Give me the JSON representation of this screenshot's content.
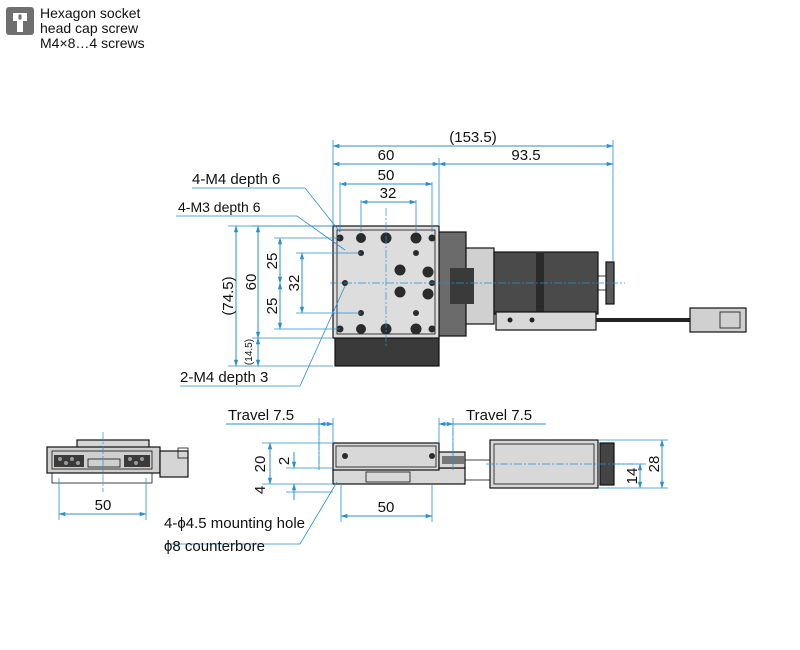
{
  "note": {
    "icon": "hex-socket-screw-icon",
    "lines": [
      "Hexagon socket",
      "head cap screw",
      "M4×8…4 screws"
    ]
  },
  "colors": {
    "dimension": "#2a8fd0",
    "body_dark": "#3a3a3a",
    "body_mid": "#7a7a7a",
    "body_light": "#d9d9d9"
  },
  "top_view": {
    "dim_overall": "(153.5)",
    "dim_60": "60",
    "dim_93_5": "93.5",
    "dim_50": "50",
    "dim_32": "32",
    "dim_74_5": "(74.5)",
    "dim_60_v": "60",
    "dim_25_a": "25",
    "dim_25_b": "25",
    "dim_32_v": "32",
    "dim_14_5": "(14.5)",
    "label_m4_depth6": "4-M4 depth 6",
    "label_m3_depth6": "4-M3 depth 6",
    "label_2m4_depth3": "2-M4 depth 3"
  },
  "side_view": {
    "travel_left": "Travel 7.5",
    "travel_right": "Travel 7.5",
    "dim_20": "20",
    "dim_2": "2",
    "dim_4": "4",
    "dim_50": "50",
    "dim_14": "14",
    "dim_28": "28",
    "mounting_hole": "4-ϕ4.5 mounting hole",
    "counterbore": "ϕ8 counterbore"
  },
  "end_view": {
    "dim_50": "50"
  }
}
